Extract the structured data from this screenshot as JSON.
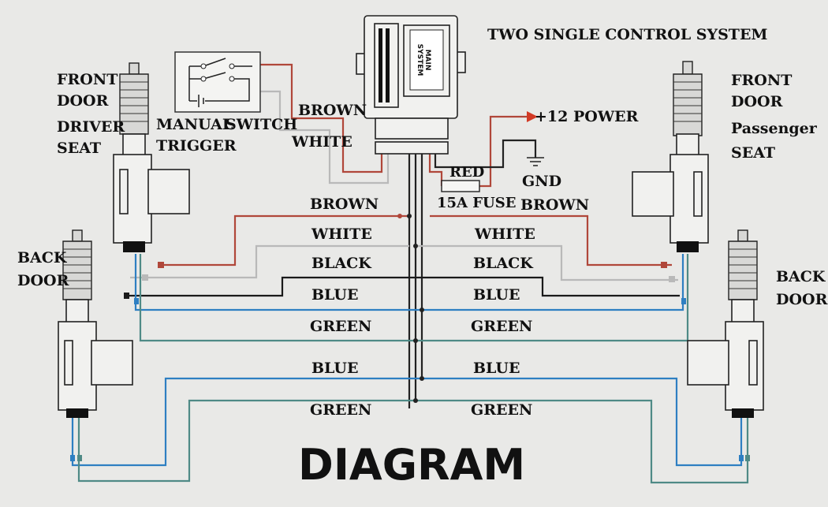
{
  "title": "TWO SINGLE CONTROL SYSTEM",
  "footer_title": "DIAGRAM",
  "module_label": {
    "line1": "MAIN",
    "line2": "SYSTEM"
  },
  "actuators": {
    "front_driver": [
      "FRONT",
      "DOOR",
      "DRIVER",
      "SEAT"
    ],
    "front_passenger": [
      "FRONT",
      "DOOR",
      "Passenger",
      "SEAT"
    ],
    "back_left": [
      "BACK",
      "DOOR"
    ],
    "back_right": [
      "BACK",
      "DOOR"
    ]
  },
  "manual_trigger": {
    "line1": "MANUAL",
    "line2": "TRIGGER",
    "switch": "SWITCH"
  },
  "switch_wires": {
    "brown": "BROWN",
    "white": "WHITE"
  },
  "power": {
    "label": "+12 POWER",
    "wire": "RED",
    "fuse": "15A FUSE"
  },
  "ground": {
    "label": "GND",
    "wire": "BROWN"
  },
  "left_wires": [
    "BROWN",
    "WHITE",
    "BLACK",
    "BLUE",
    "GREEN",
    "BLUE",
    "GREEN"
  ],
  "right_wires": [
    "WHITE",
    "BLACK",
    "BLUE",
    "GREEN",
    "BLUE",
    "GREEN"
  ],
  "colors": {
    "brown": "#b0473a",
    "white": "#b9b9b9",
    "black": "#1a1a1a",
    "blue": "#2e7fc2",
    "green": "#4f8a86",
    "red": "#d23a25",
    "background": "#e9e9e7"
  }
}
